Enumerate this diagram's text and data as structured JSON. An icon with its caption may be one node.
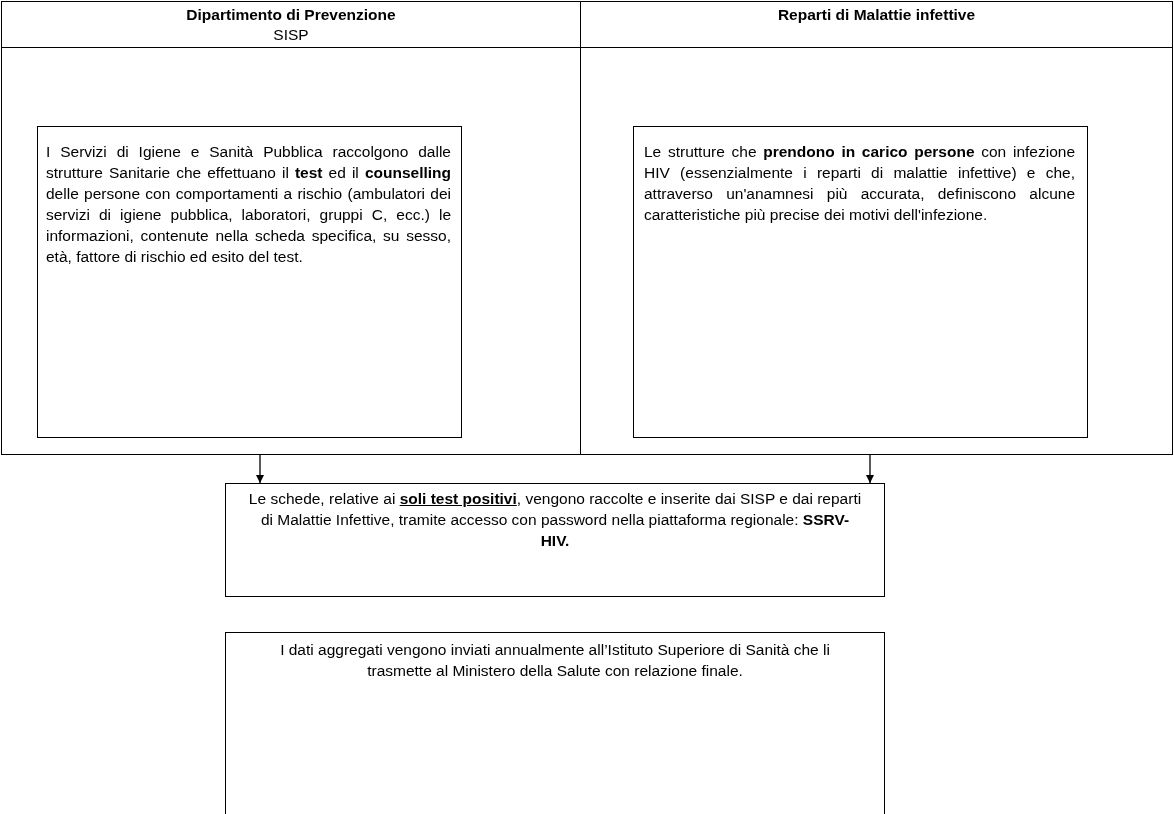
{
  "diagram": {
    "nodes": [
      {
        "text": [
          "Dipartimento di Prevenzione",
          "SISP"
        ]
      },
      {
        "text": [
          "I Servizi di Igiene e Sanità Pubblica raccolgono dalle strutture Sanitarie che effettuano il **test** ed il **counselling** delle persone con comportamenti a rischio (ambulatori dei servizi di igiene pubblica, laboratori, gruppi C, ecc.) le informazioni, contenute nella scheda specifica, su sesso, età, fattore di rischio ed esito del test."
        ],
        "in": 0
      },
      {
        "text": [
          "Reparti di Malattie infettive"
        ]
      },
      {
        "text": [
          "Le strutture che **prendono in carico persone** con infezione HIV (essenzialmente i reparti di malattie infettive) e che, attraverso un'anamnesi più accurata, definiscono alcune caratteristiche più precise dei motivi dell'infezione."
        ],
        "in": 2
      },
      {
        "text": [
          "Le schede, relative ai **soli test positivi**, vengono raccolte e inserite dai SISP e dai reparti di Malattie Infettive, tramite accesso con password nella piattaforma regionale: **SSRV- HIV.**"
        ]
      },
      {
        "text": [
          "I dati aggregati vengono inviati annualmente all’Istituto Superiore di Sanità che li trasmette al Ministero della Salute con relazione finale."
        ]
      }
    ],
    "edges": [
      {
        "from": 1,
        "to": 4,
        "arrow": "to"
      },
      {
        "from": 3,
        "to": 4,
        "arrow": "to"
      }
    ]
  }
}
